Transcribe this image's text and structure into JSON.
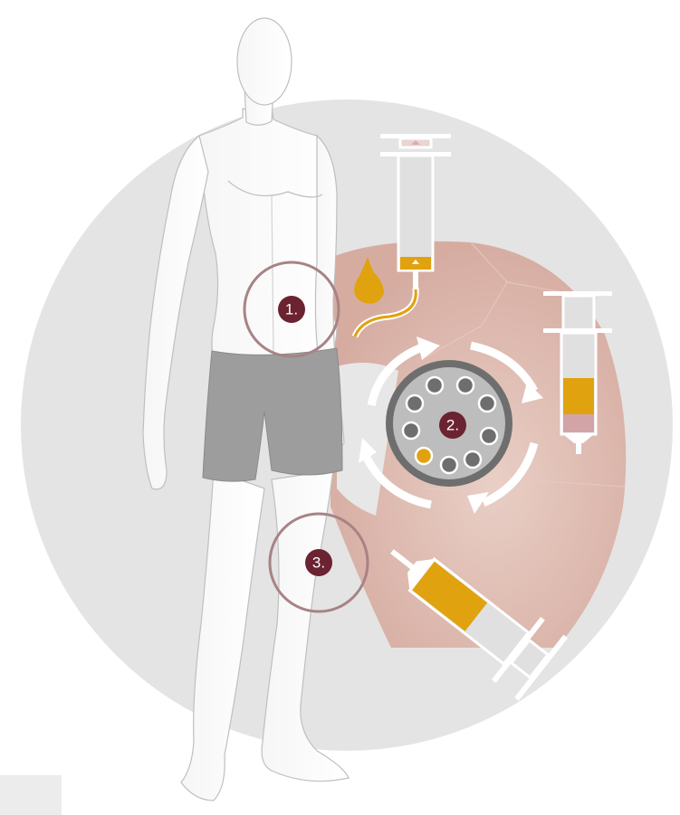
{
  "colors": {
    "background_circle": "#e4e4e4",
    "tissue_region": "#d9b1a7",
    "step_marker": "#6b2331",
    "ring_outline": "#a88285",
    "fat_yellow": "#e1a20f",
    "plasma_pink": "#d2a4a8",
    "centrifuge_rim": "#6e6e6e",
    "centrifuge_face": "#bdbdbd",
    "shorts": "#9d9d9d"
  },
  "steps": {
    "step1": {
      "label": "1.",
      "description_icon": "liposuction-site"
    },
    "step2": {
      "label": "2.",
      "description_icon": "centrifuge"
    },
    "step3": {
      "label": "3.",
      "description_icon": "injection-site"
    }
  },
  "icons": {
    "human_figure": "standing-man-figure",
    "harvest_syringe": "vertical-syringe-icon",
    "fat_drop": "fat-droplet-icon",
    "cannula_tube": "cannula-tube-icon",
    "centrifuge": "centrifuge-rotor-icon",
    "separated_syringe": "separated-fat-syringe-icon",
    "injection_syringe": "injection-syringe-icon",
    "rotation_arrows": "rotation-arrow-icon"
  }
}
